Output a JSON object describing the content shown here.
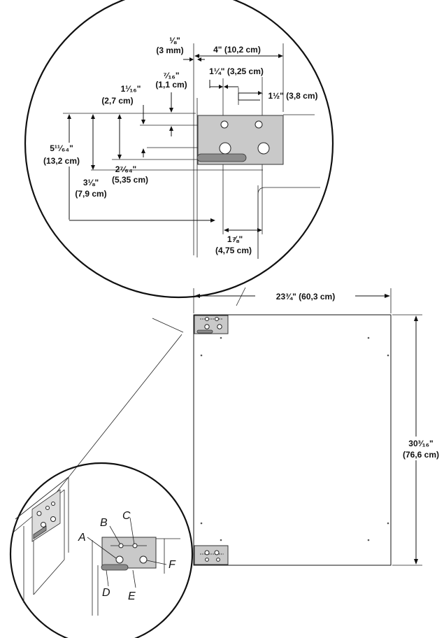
{
  "dimensions": {
    "d_1_8": "⅛\"",
    "d_3mm": "(3 mm)",
    "d_4in": "4\" (10,2 cm)",
    "d_1_1_4": "1¼\" (3,25 cm)",
    "d_7_16": "⁷⁄₁₆\"",
    "d_1_1cm": "(1,1 cm)",
    "d_1_1_16": "1¹⁄₁₆\"",
    "d_2_7cm": "(2,7 cm)",
    "d_1_1_2": "1½\" (3,8 cm)",
    "d_5_11_64": "5¹¹⁄₆₄\"",
    "d_13_2cm": "(13,2 cm)",
    "d_2_7_64": "2⁷⁄₆₄\"",
    "d_5_35cm": "(5,35 cm)",
    "d_3_1_8": "3⅛\"",
    "d_7_9cm": "(7,9 cm)",
    "d_1_7_8": "1⅞\"",
    "d_4_75cm": "(4,75 cm)",
    "d_width": "23¾\" (60,3 cm)",
    "d_30_3_16": "30³⁄₁₆\"",
    "d_76_6cm": "(76,6 cm)"
  },
  "labels": {
    "A": "A",
    "B": "B",
    "C": "C",
    "D": "D",
    "E": "E",
    "F": "F"
  },
  "colors": {
    "plate": "#c9c9c9",
    "slot": "#8c8c8c",
    "line": "#111111"
  }
}
